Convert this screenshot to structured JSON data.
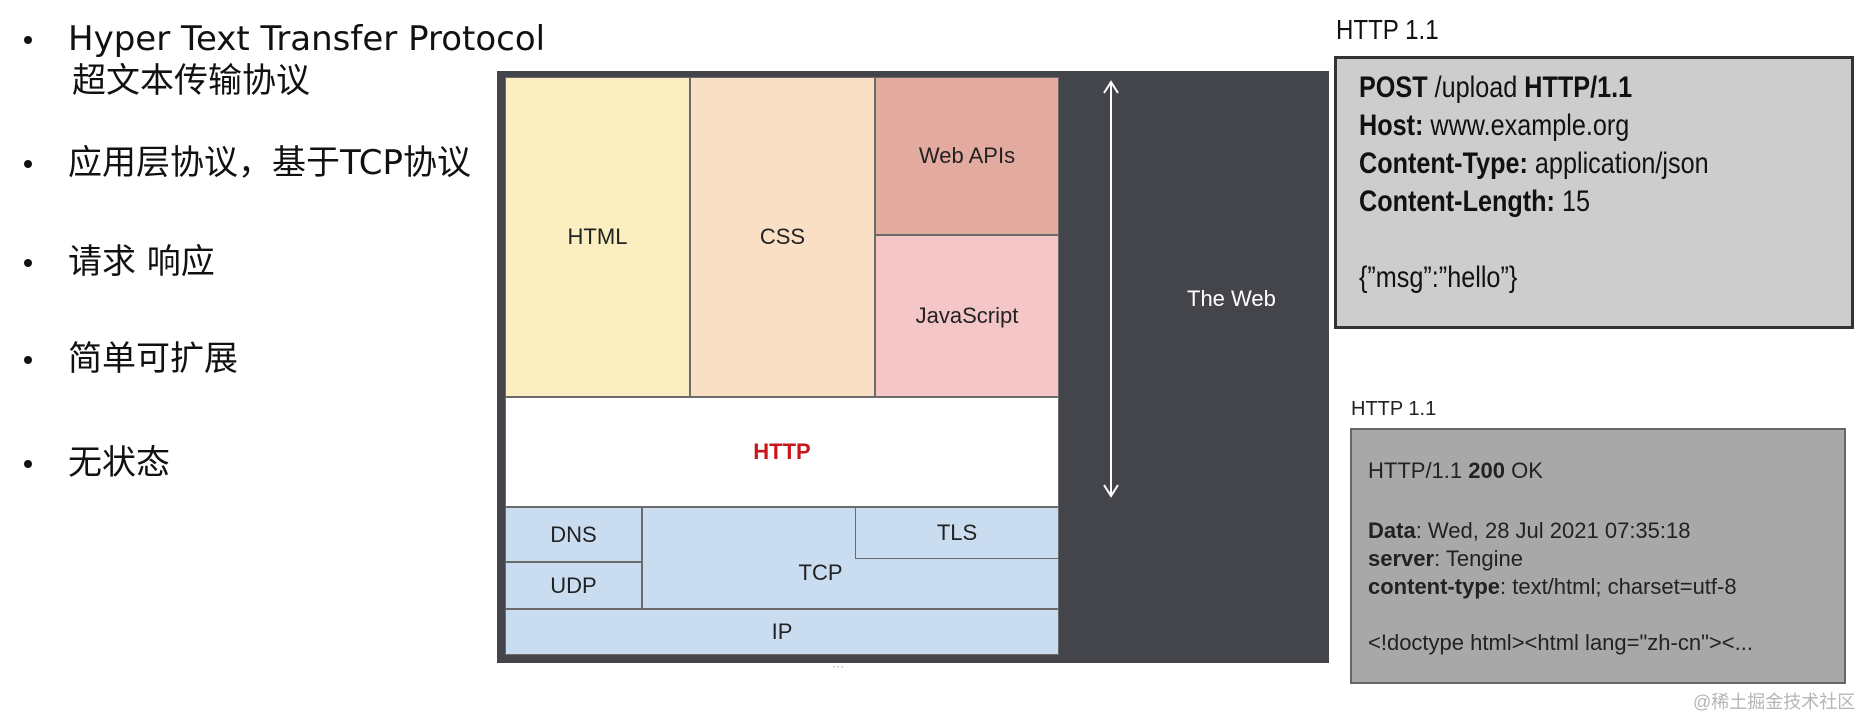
{
  "bullets": [
    {
      "line1": "Hyper Text Transfer Protocol",
      "line2": "超文本传输协议"
    },
    {
      "line1": "应用层协议，基于TCP协议"
    },
    {
      "line1": "请求 响应"
    },
    {
      "line1": "简单可扩展"
    },
    {
      "line1": "无状态"
    }
  ],
  "stack": {
    "html": "HTML",
    "css": "CSS",
    "web_apis": "Web APIs",
    "javascript": "JavaScript",
    "http": "HTTP",
    "dns": "DNS",
    "udp": "UDP",
    "tcp": "TCP",
    "tls": "TLS",
    "ip": "IP",
    "web": "The Web"
  },
  "request": {
    "title": "HTTP 1.1",
    "method": "POST",
    "path": " /upload ",
    "version": "HTTP/1.1",
    "host_key": "Host:",
    "host_val": " www.example.org",
    "ctype_key": "Content-Type:",
    "ctype_val": " application/json",
    "clen_key": "Content-Length:",
    "clen_val": " 15",
    "body": "{”msg”:”hello”}"
  },
  "response": {
    "title": "HTTP 1.1",
    "status_prefix": "HTTP/1.1 ",
    "status_code": "200",
    "status_text": " OK",
    "date_key": "Data",
    "date_val": ": Wed, 28 Jul 2021 07:35:18",
    "server_key": "server",
    "server_val": ": Tengine",
    "ctype_key": "content-type",
    "ctype_val": ": text/html; charset=utf-8",
    "body": "<!doctype html><html lang=\"zh-cn\"><..."
  },
  "watermark": "@稀土掘金技术社区",
  "colors": {
    "frame": "#44454a",
    "html": "#fbefc2",
    "css": "#f9dfc4",
    "web_apis": "#e3aba0",
    "javascript": "#f5c6c8",
    "transport": "#c9dcf0",
    "http_text": "#c8161d"
  }
}
